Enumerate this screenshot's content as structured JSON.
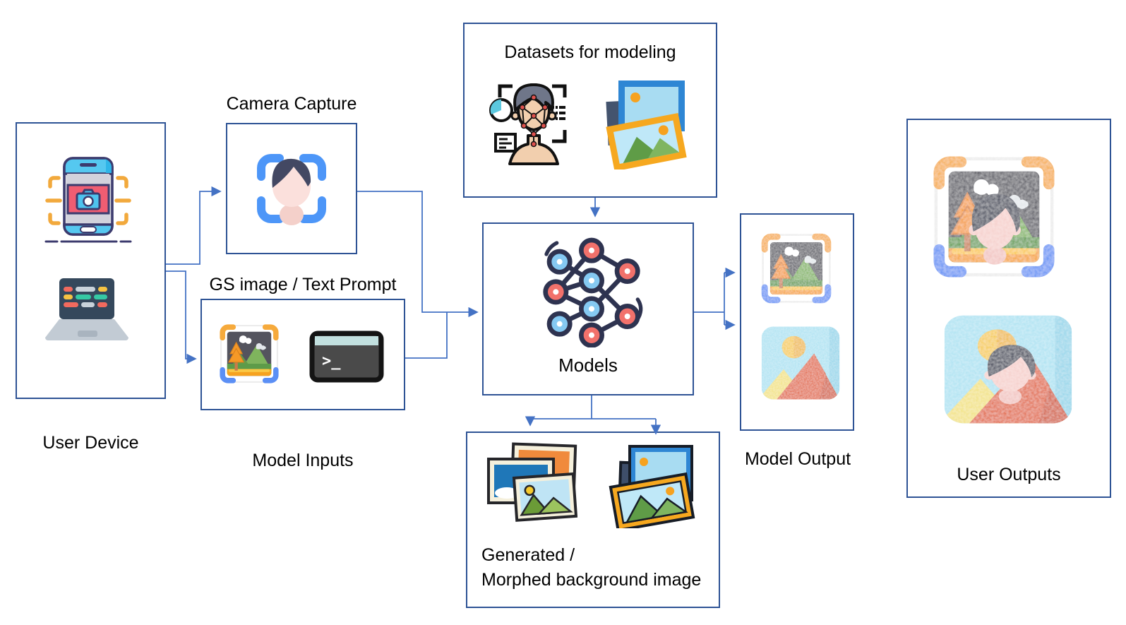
{
  "diagram": {
    "background": "#FFFFFF",
    "colors": {
      "box_border": "#2E5395",
      "connector": "#4472C4",
      "label_text": "#000000",
      "bracket_orange": "#F6AA3C",
      "bracket_blue": "#5B8FF5"
    },
    "nodes": {
      "user_device": {
        "label": "User Device"
      },
      "camera_capture": {
        "label": "Camera Capture"
      },
      "gs_input": {
        "label": "GS image / Text Prompt"
      },
      "model_inputs": {
        "label": "Model Inputs"
      },
      "datasets": {
        "label": "Datasets for modeling"
      },
      "models": {
        "label": "Models"
      },
      "model_output": {
        "label": "Model Output"
      },
      "user_outputs": {
        "label": "User Outputs"
      },
      "generated": {
        "label_line1": "Generated /",
        "label_line2": "Morphed background image"
      }
    },
    "terminal_prompt": ">_",
    "icons": {
      "user_device": [
        "phone-camera-icon",
        "laptop-code-icon"
      ],
      "camera_capture": [
        "face-scan-icon"
      ],
      "gs_input": [
        "framed-landscape-icon",
        "terminal-icon"
      ],
      "datasets": [
        "face-recognition-icon",
        "photo-stack-icon"
      ],
      "models": [
        "neural-network-icon"
      ],
      "model_output": [
        "noisy-framed-landscape-icon",
        "noisy-landscape-icon"
      ],
      "user_outputs": [
        "noisy-framed-landscape-face-icon",
        "noisy-landscape-face-icon"
      ],
      "generated": [
        "photo-collection-icon",
        "framed-photo-collection-icon"
      ]
    },
    "edges": [
      {
        "from": "user_device",
        "to": "camera_capture"
      },
      {
        "from": "user_device",
        "to": "gs_input"
      },
      {
        "from": "camera_capture",
        "to": "models"
      },
      {
        "from": "gs_input",
        "to": "models"
      },
      {
        "from": "datasets",
        "to": "models"
      },
      {
        "from": "models",
        "to": "model_output",
        "count": 2
      },
      {
        "from": "models",
        "to": "generated",
        "count": 2
      }
    ]
  }
}
